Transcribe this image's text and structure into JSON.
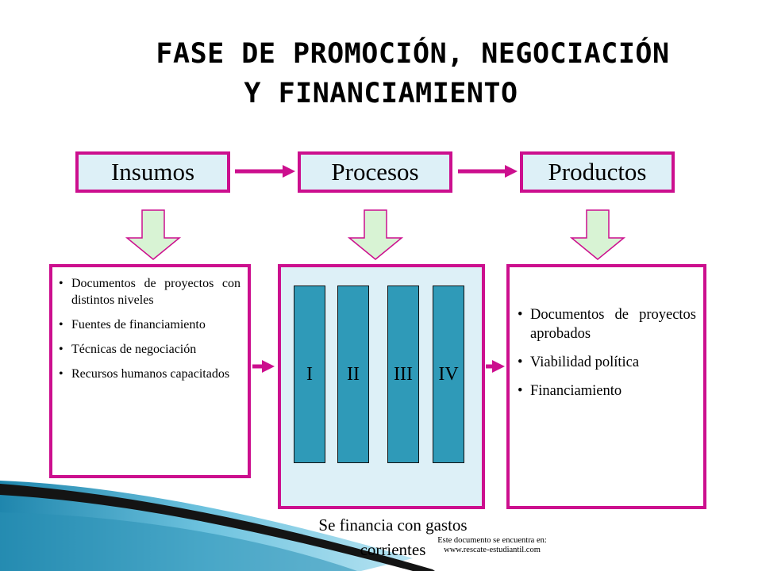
{
  "title": {
    "line1": "FASE DE PROMOCIÓN, NEGOCIACIÓN",
    "line2": "Y FINANCIAMIENTO"
  },
  "stages": {
    "insumos": "Insumos",
    "procesos": "Procesos",
    "productos": "Productos"
  },
  "inputs_list": [
    "Documentos de proyectos con distintos niveles",
    "Fuentes de financiamiento",
    "Técnicas de negociación",
    "Recursos humanos capacitados"
  ],
  "phases": [
    "I",
    "II",
    "III",
    "IV"
  ],
  "outputs_list": [
    "Documentos de proyectos aprobados",
    "Viabilidad política",
    "Financiamiento"
  ],
  "caption": "Se financia con gastos corrientes",
  "credit": {
    "line1": "Este documento se encuentra en:",
    "line2": "www.rescate-estudiantil.com"
  },
  "colors": {
    "border": "#cc0f8e",
    "box_fill": "#ddf0f7",
    "phase_fill": "#2f9ab8",
    "arrow": "#cc0f8e",
    "down_arrow_fill": "#d8f3d4",
    "down_arrow_stroke": "#cc0f8e"
  }
}
